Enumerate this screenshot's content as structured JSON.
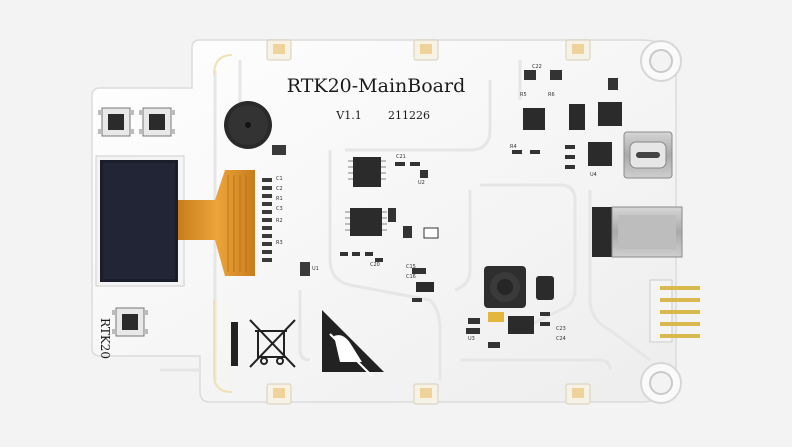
{
  "board": {
    "title": "RTK20-MainBoard",
    "version": "V1.1",
    "date_code": "211226",
    "side_label": "RTK20",
    "silkscreen_small": [
      "C15",
      "C16",
      "C20",
      "C21",
      "R1",
      "R2",
      "R3",
      "R4",
      "U1",
      "U2",
      "U3",
      "C1",
      "C2",
      "C3",
      "C22",
      "C23",
      "C24",
      "R5",
      "R6",
      "U4"
    ]
  },
  "colors": {
    "pcb": "#fbfbfb",
    "background": "#f3f3f3",
    "chip": "#2b2b2b",
    "flex": "#e39a2c",
    "oled": "#1b1d2a",
    "led": "#f1d7a0",
    "pin": "#d9b84e",
    "trace": "#e4e4e4"
  },
  "icons": [
    "buzzer-icon",
    "weee-bin-icon",
    "esd-warning-icon",
    "usb-c-connector-icon",
    "pin-header-icon"
  ]
}
